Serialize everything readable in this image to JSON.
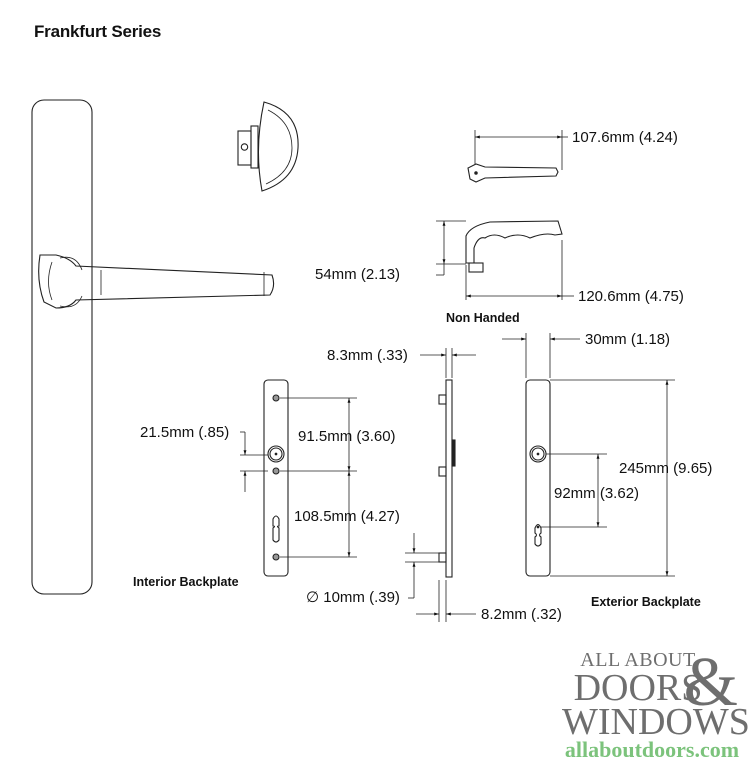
{
  "title": "Frankfurt Series",
  "dimensions": {
    "handle_top_length": "107.6mm (4.24)",
    "handle_height": "54mm (2.13)",
    "handle_side_length": "120.6mm (4.75)",
    "plate_thickness": "8.3mm (.33)",
    "plate_width": "30mm (1.18)",
    "spindle_offset": "21.5mm (.85)",
    "upper_screw_spacing": "91.5mm (3.60)",
    "lower_screw_spacing": "108.5mm (4.27)",
    "plate_height": "245mm (9.65)",
    "cylinder_center": "92mm (3.62)",
    "post_diameter": "∅ 10mm (.39)",
    "post_thickness": "8.2mm (.32)"
  },
  "captions": {
    "non_handed": "Non Handed",
    "interior": "Interior Backplate",
    "exterior": "Exterior Backplate"
  },
  "logo": {
    "line1": "ALL ABOUT",
    "line2": "DOORS",
    "ampersand": "&",
    "line3": "WINDOWS",
    "url": "allaboutdoors.com",
    "gray": "#6e6e6e",
    "green": "#7cc37c"
  }
}
